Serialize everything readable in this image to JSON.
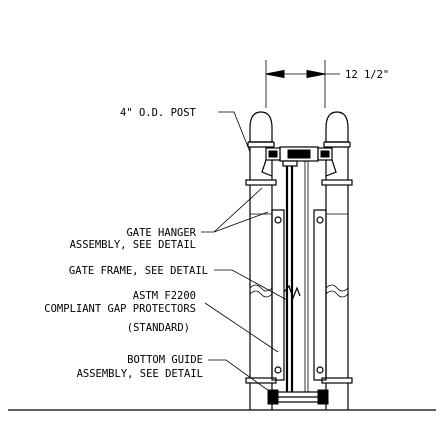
{
  "dimension": {
    "text": "12 1/2\""
  },
  "labels": {
    "post": "4\" O.D. POST",
    "hanger_line1": "GATE HANGER",
    "hanger_line2": "ASSEMBLY, SEE DETAIL",
    "frame": "GATE FRAME, SEE DETAIL",
    "gap_line1": "ASTM F2200",
    "gap_line2": "COMPLIANT GAP PROTECTORS",
    "gap_line3": "(STANDARD)",
    "guide_line1": "BOTTOM GUIDE",
    "guide_line2": "ASSEMBLY, SEE DETAIL"
  }
}
